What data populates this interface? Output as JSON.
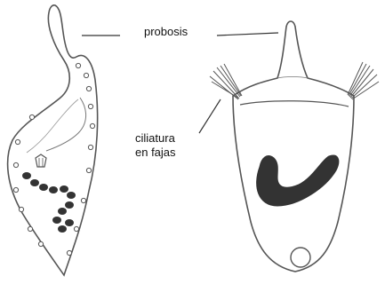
{
  "labels": {
    "probosis": "probosis",
    "ciliatura_line1": "ciliatura",
    "ciliatura_line2": "en fajas"
  },
  "colors": {
    "outline": "#555555",
    "fill": "#ffffff",
    "nucleus": "#333333",
    "background": "#ffffff"
  },
  "organisms": [
    {
      "name": "left-organism",
      "description_icon": "teardrop-cell-with-macronucleus-chain"
    },
    {
      "name": "right-organism",
      "description_icon": "vase-cell-with-u-shaped-macronucleus"
    }
  ]
}
